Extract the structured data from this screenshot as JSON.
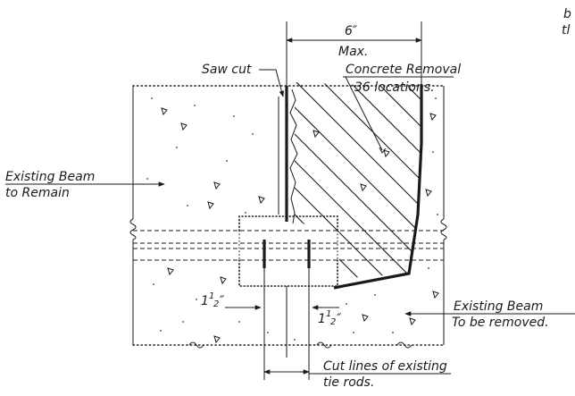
{
  "labels": {
    "dimension_top": "6″",
    "dimension_top_sub": "Max.",
    "saw_cut": "Saw cut",
    "concrete_removal_line1": "Concrete Removal",
    "concrete_removal_line2": "36 locations.",
    "existing_beam_remain_line1": "Existing Beam",
    "existing_beam_remain_line2": "to Remain",
    "existing_beam_removed_line1": "Existing Beam",
    "existing_beam_removed_line2": "To be removed.",
    "dim_left_whole": "1",
    "dim_left_frac": "1",
    "dim_left_den": "2",
    "dim_left_unit": "″",
    "dim_right_whole": "1",
    "dim_right_frac": "1",
    "dim_right_den": "2",
    "dim_right_unit": "″",
    "cut_lines_line1": "Cut lines of existing",
    "cut_lines_line2": "tie rods.",
    "corner_fragment_line1": "b",
    "corner_fragment_line2": "tl"
  }
}
